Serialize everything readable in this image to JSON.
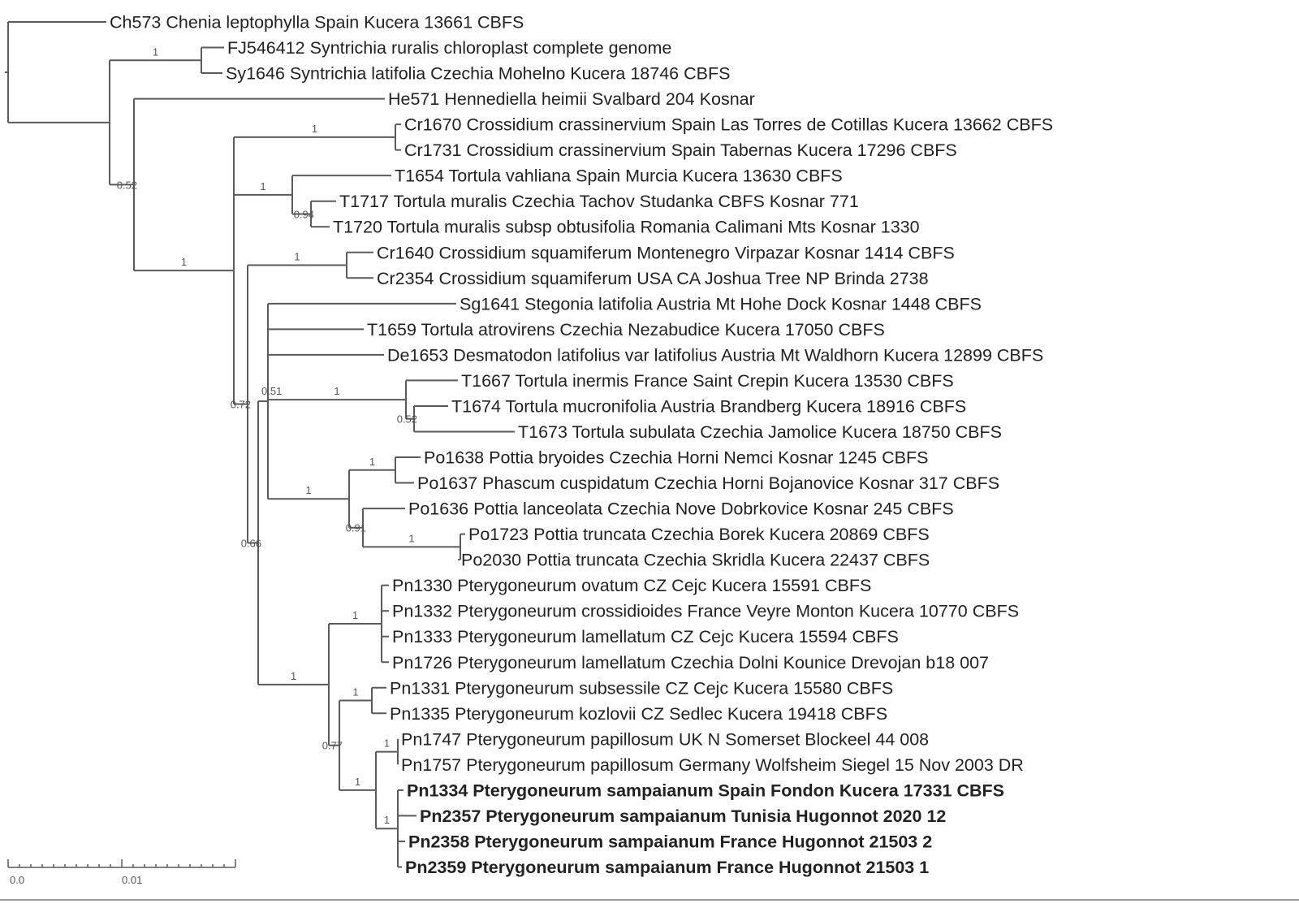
{
  "tips": [
    {
      "label": "Ch573 Chenia leptophylla Spain Kucera 13661 CBFS",
      "bold": false
    },
    {
      "label": "FJ546412 Syntrichia ruralis chloroplast complete genome",
      "bold": false
    },
    {
      "label": "Sy1646 Syntrichia latifolia Czechia Mohelno Kucera 18746 CBFS",
      "bold": false
    },
    {
      "label": "He571 Hennediella heimii Svalbard 204 Kosnar",
      "bold": false
    },
    {
      "label": "Cr1670 Crossidium crassinervium Spain Las Torres de Cotillas Kucera 13662 CBFS",
      "bold": false
    },
    {
      "label": "Cr1731 Crossidium crassinervium Spain Tabernas Kucera 17296 CBFS",
      "bold": false
    },
    {
      "label": "T1654 Tortula vahliana Spain Murcia Kucera 13630 CBFS",
      "bold": false
    },
    {
      "label": "T1717 Tortula muralis Czechia Tachov Studanka CBFS Kosnar 771",
      "bold": false
    },
    {
      "label": "T1720 Tortula muralis subsp obtusifolia Romania Calimani Mts Kosnar 1330",
      "bold": false
    },
    {
      "label": "Cr1640 Crossidium squamiferum Montenegro Virpazar Kosnar 1414 CBFS",
      "bold": false
    },
    {
      "label": "Cr2354 Crossidium squamiferum USA CA Joshua Tree NP Brinda 2738",
      "bold": false
    },
    {
      "label": "Sg1641 Stegonia latifolia Austria Mt Hohe Dock Kosnar 1448 CBFS",
      "bold": false
    },
    {
      "label": "T1659 Tortula atrovirens Czechia Nezabudice Kucera 17050 CBFS",
      "bold": false
    },
    {
      "label": "De1653 Desmatodon latifolius var latifolius Austria Mt Waldhorn Kucera 12899 CBFS",
      "bold": false
    },
    {
      "label": "T1667 Tortula inermis France Saint Crepin Kucera 13530 CBFS",
      "bold": false
    },
    {
      "label": "T1674 Tortula mucronifolia Austria Brandberg Kucera 18916 CBFS",
      "bold": false
    },
    {
      "label": "T1673 Tortula subulata Czechia Jamolice Kucera 18750 CBFS",
      "bold": false
    },
    {
      "label": "Po1638 Pottia bryoides Czechia Horni Nemci Kosnar 1245 CBFS",
      "bold": false
    },
    {
      "label": "Po1637 Phascum cuspidatum Czechia Horni Bojanovice Kosnar 317 CBFS",
      "bold": false
    },
    {
      "label": "Po1636 Pottia lanceolata Czechia Nove Dobrkovice Kosnar 245 CBFS",
      "bold": false
    },
    {
      "label": "Po1723 Pottia truncata Czechia Borek Kucera 20869 CBFS",
      "bold": false
    },
    {
      "label": "Po2030 Pottia truncata Czechia Skridla Kucera 22437 CBFS",
      "bold": false
    },
    {
      "label": "Pn1330 Pterygoneurum ovatum CZ Cejc Kucera 15591 CBFS",
      "bold": false
    },
    {
      "label": "Pn1332 Pterygoneurum crossidioides France Veyre Monton Kucera 10770 CBFS",
      "bold": false
    },
    {
      "label": "Pn1333 Pterygoneurum lamellatum CZ Cejc Kucera 15594 CBFS",
      "bold": false
    },
    {
      "label": "Pn1726 Pterygoneurum lamellatum Czechia Dolni Kounice Drevojan b18 007",
      "bold": false
    },
    {
      "label": "Pn1331 Pterygoneurum subsessile CZ Cejc Kucera 15580 CBFS",
      "bold": false
    },
    {
      "label": "Pn1335 Pterygoneurum kozlovii CZ Sedlec Kucera 19418 CBFS",
      "bold": false
    },
    {
      "label": "Pn1747 Pterygoneurum papillosum UK N Somerset Blockeel 44 008",
      "bold": false
    },
    {
      "label": "Pn1757 Pterygoneurum papillosum Germany Wolfsheim Siegel 15 Nov 2003 DR",
      "bold": false
    },
    {
      "label": "Pn1334 Pterygoneurum sampaianum Spain Fondon Kucera 17331 CBFS",
      "bold": true
    },
    {
      "label": "Pn2357 Pterygoneurum sampaianum Tunisia Hugonnot 2020 12",
      "bold": true
    },
    {
      "label": "Pn2358 Pterygoneurum sampaianum France Hugonnot 21503 2",
      "bold": true
    },
    {
      "label": "Pn2359 Pterygoneurum sampaianum France Hugonnot 21503 1",
      "bold": true
    }
  ],
  "supports": {
    "syntrichia": "1",
    "n2": "0.52",
    "n3": "1",
    "crassinervium": "1",
    "tortula_vahliana": "1",
    "muralis": "0.94",
    "n4": "0.72",
    "squamiferum": "1",
    "n5": "0.66",
    "n6": "0.51",
    "tortula_inermis": "1",
    "mucronifolia": "0.52",
    "pottia": "1",
    "bryoides": "1",
    "lanceolata": "0.91",
    "truncata": "1",
    "pterygoneurum": "1",
    "ovatum": "1",
    "n077": "0.77",
    "subsessile": "1",
    "papillosum_sampaianum": "1",
    "papillosum": "1",
    "sampaianum": "1"
  },
  "scale_bar": {
    "labels": [
      "0.0",
      "0.01"
    ]
  },
  "colors": {
    "branch": "#5a5a5a",
    "text": "#222222"
  }
}
